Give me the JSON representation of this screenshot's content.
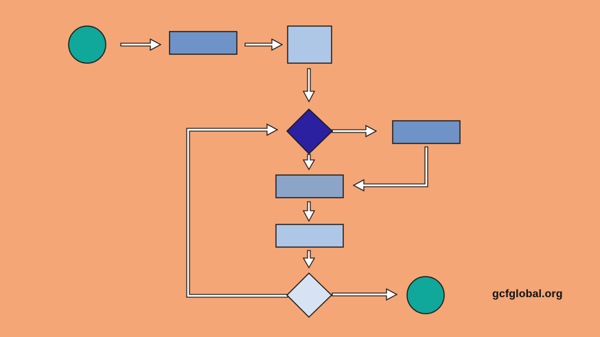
{
  "watermark": "gcfglobal.org",
  "colors": {
    "background": "#F4A676",
    "start_end_node": "#0FA89A",
    "process_medium": "#6F93C6",
    "process_light": "#AFC7E6",
    "process_grey_blue": "#8DA4C9",
    "decision_dark": "#2A20A0",
    "decision_light": "#D7E3F3",
    "outline": "#1A1A1A",
    "arrow_fill": "#FFFFFF"
  },
  "nodes": [
    {
      "id": "start",
      "shape": "circle",
      "label": ""
    },
    {
      "id": "process-1",
      "shape": "rectangle",
      "label": ""
    },
    {
      "id": "process-2",
      "shape": "square",
      "label": ""
    },
    {
      "id": "decision-1",
      "shape": "diamond",
      "label": ""
    },
    {
      "id": "process-side",
      "shape": "rectangle",
      "label": ""
    },
    {
      "id": "process-3",
      "shape": "rectangle",
      "label": ""
    },
    {
      "id": "process-4",
      "shape": "rectangle",
      "label": ""
    },
    {
      "id": "decision-2",
      "shape": "diamond",
      "label": ""
    },
    {
      "id": "end",
      "shape": "circle",
      "label": ""
    }
  ],
  "edges": [
    {
      "from": "start",
      "to": "process-1"
    },
    {
      "from": "process-1",
      "to": "process-2"
    },
    {
      "from": "process-2",
      "to": "decision-1"
    },
    {
      "from": "decision-1",
      "to": "process-side"
    },
    {
      "from": "decision-1",
      "to": "process-3"
    },
    {
      "from": "process-side",
      "to": "process-3"
    },
    {
      "from": "process-3",
      "to": "process-4"
    },
    {
      "from": "process-4",
      "to": "decision-2"
    },
    {
      "from": "decision-2",
      "to": "end"
    },
    {
      "from": "decision-2",
      "to": "decision-1"
    }
  ]
}
